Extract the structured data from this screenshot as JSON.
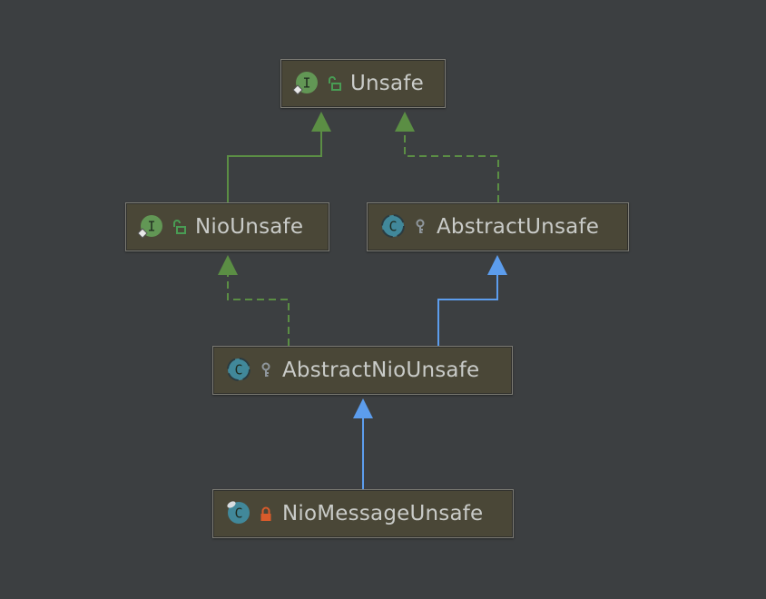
{
  "colors": {
    "background": "#3c3f41",
    "node_fill": "#4a4737",
    "node_border": "#7c7b74",
    "node_text": "#c9cbc8",
    "interface_edge": "#5b8e44",
    "class_edge": "#5c9ded",
    "interface_icon": "#629755",
    "class_icon": "#41889a",
    "public_icon": "#499c54",
    "package_icon": "#8f969c",
    "private_icon": "#d95b2b"
  },
  "nodes": [
    {
      "id": "unsafe",
      "label": "Unsafe",
      "kind": "interface",
      "kind_letter": "I",
      "visibility": "public",
      "kind_icon": "interface-icon",
      "visibility_icon": "public-lock-open-icon"
    },
    {
      "id": "nio-unsafe",
      "label": "NioUnsafe",
      "kind": "interface",
      "kind_letter": "I",
      "visibility": "public",
      "kind_icon": "interface-icon",
      "visibility_icon": "public-lock-open-icon"
    },
    {
      "id": "abstract-unsafe",
      "label": "AbstractUnsafe",
      "kind": "abstract-class",
      "kind_letter": "C",
      "visibility": "package",
      "kind_icon": "abstract-class-icon",
      "visibility_icon": "package-key-icon"
    },
    {
      "id": "abstract-nio-unsafe",
      "label": "AbstractNioUnsafe",
      "kind": "abstract-class",
      "kind_letter": "C",
      "visibility": "package",
      "kind_icon": "abstract-class-icon",
      "visibility_icon": "package-key-icon"
    },
    {
      "id": "nio-message-unsafe",
      "label": "NioMessageUnsafe",
      "kind": "class",
      "kind_letter": "C",
      "visibility": "private",
      "kind_icon": "class-icon",
      "visibility_icon": "private-lock-icon"
    }
  ],
  "edges": [
    {
      "from": "nio-unsafe",
      "to": "unsafe",
      "type": "extends-interface",
      "style": "solid",
      "color": "#5b8e44"
    },
    {
      "from": "abstract-unsafe",
      "to": "unsafe",
      "type": "implements",
      "style": "dashed",
      "color": "#5b8e44"
    },
    {
      "from": "abstract-nio-unsafe",
      "to": "nio-unsafe",
      "type": "implements",
      "style": "dashed",
      "color": "#5b8e44"
    },
    {
      "from": "abstract-nio-unsafe",
      "to": "abstract-unsafe",
      "type": "extends",
      "style": "solid",
      "color": "#5c9ded"
    },
    {
      "from": "nio-message-unsafe",
      "to": "abstract-nio-unsafe",
      "type": "extends",
      "style": "solid",
      "color": "#5c9ded"
    }
  ]
}
